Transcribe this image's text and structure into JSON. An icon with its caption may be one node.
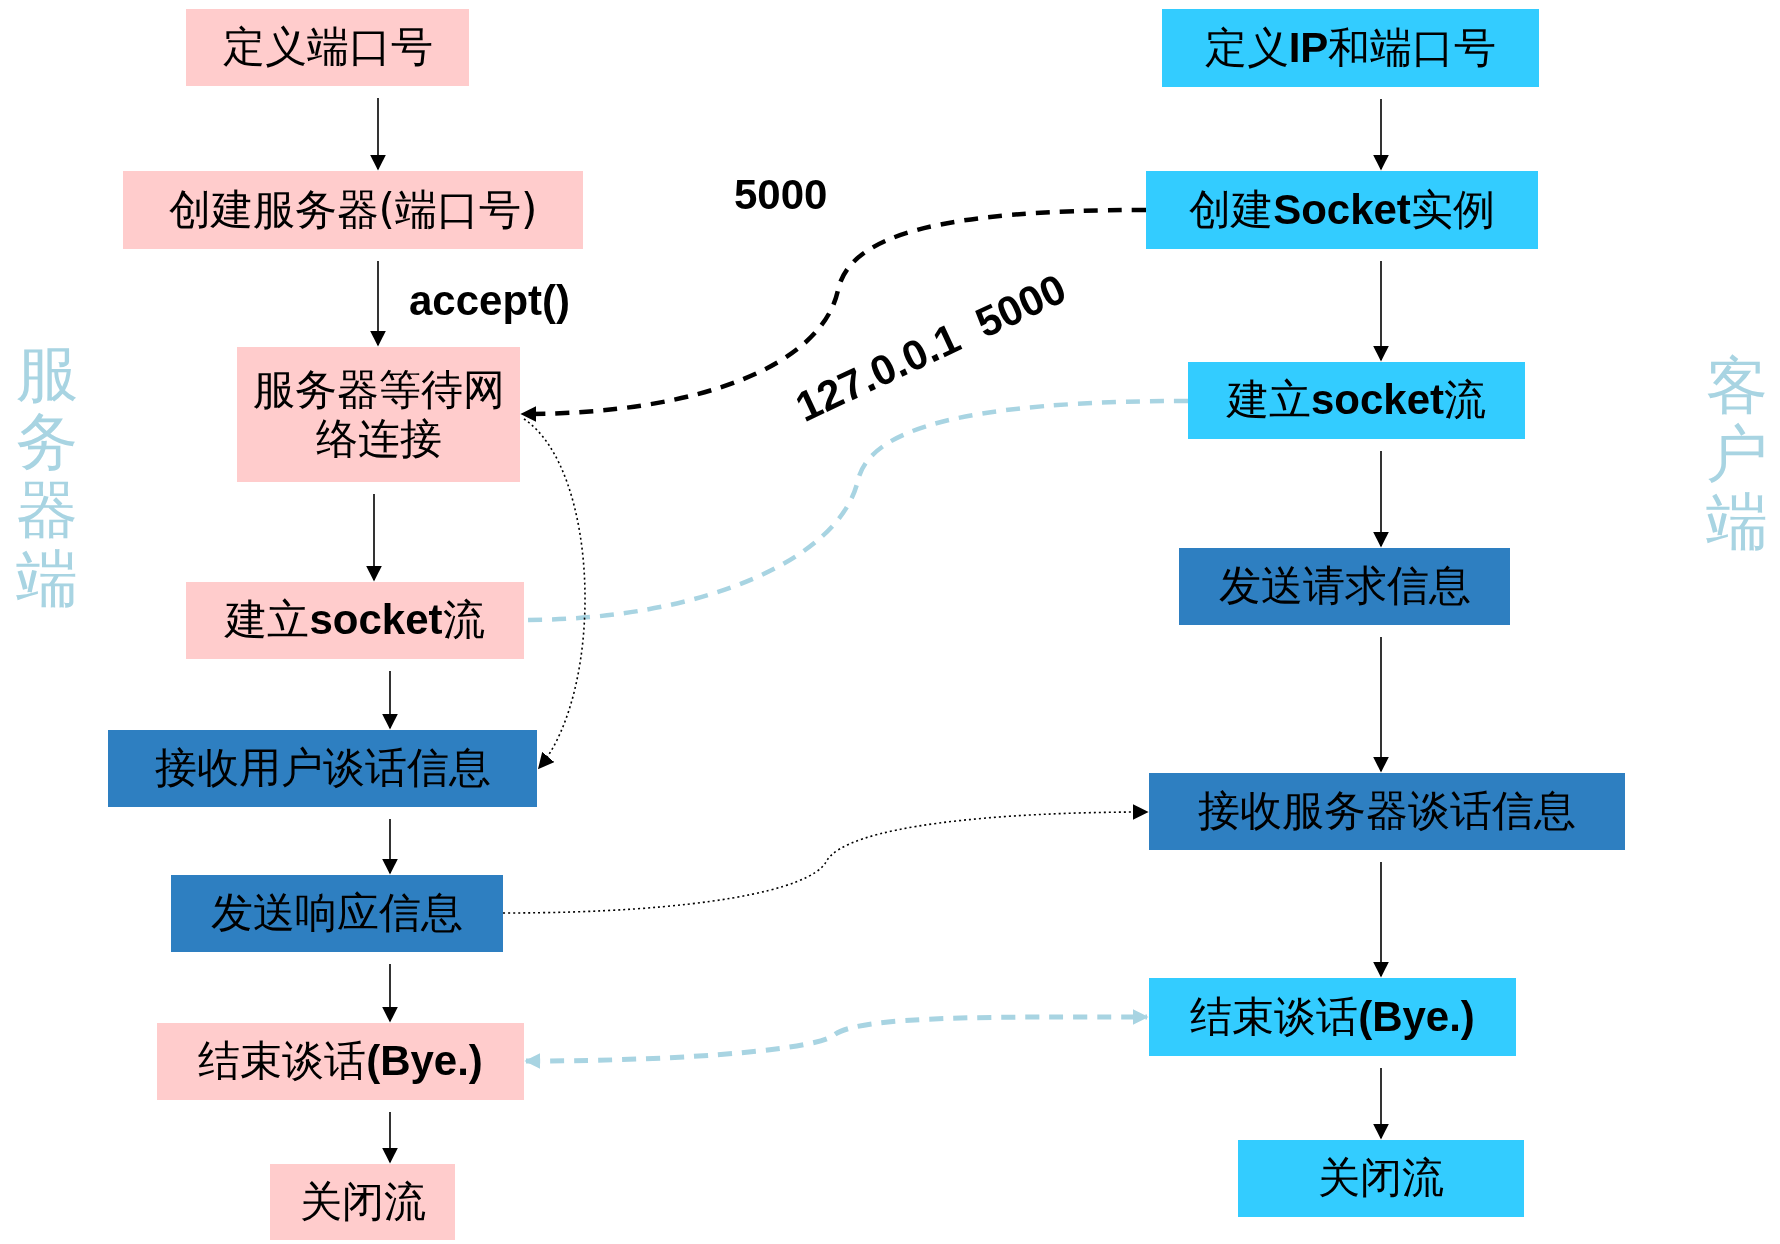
{
  "diagram": {
    "nodes": [
      {
        "text": [
          "定义端口号"
        ]
      },
      {
        "text": [
          "创建服务器(端口号)"
        ]
      },
      {
        "text": [
          "服务器等待网络连接"
        ]
      },
      {
        "text": [
          "建立**socket**流"
        ]
      },
      {
        "text": [
          "接收用户谈话信息"
        ]
      },
      {
        "text": [
          "发送响应信息"
        ]
      },
      {
        "text": [
          "结束谈话**(Bye.)**"
        ]
      },
      {
        "text": [
          "关闭流"
        ]
      },
      {
        "text": [
          "定义**IP**和端口号"
        ]
      },
      {
        "text": [
          "创建**Socket**实例"
        ]
      },
      {
        "text": [
          "建立**socket**流"
        ]
      },
      {
        "text": [
          "发送请求信息"
        ]
      },
      {
        "text": [
          "接收服务器谈话信息"
        ]
      },
      {
        "text": [
          "结束谈话**(Bye.)**"
        ]
      },
      {
        "text": [
          "关闭流"
        ]
      }
    ],
    "edges": [
      {
        "from": 0,
        "to": 1,
        "arrow": "to"
      },
      {
        "from": 1,
        "to": 2,
        "arrow": "to"
      },
      {
        "from": 2,
        "to": 3,
        "arrow": "to"
      },
      {
        "from": 3,
        "to": 4,
        "arrow": "to"
      },
      {
        "from": 4,
        "to": 5,
        "arrow": "to"
      },
      {
        "from": 5,
        "to": 6,
        "arrow": "to"
      },
      {
        "from": 6,
        "to": 7,
        "arrow": "to"
      },
      {
        "from": 8,
        "to": 9,
        "arrow": "to"
      },
      {
        "from": 9,
        "to": 10,
        "arrow": "to"
      },
      {
        "from": 10,
        "to": 11,
        "arrow": "to"
      },
      {
        "from": 11,
        "to": 12,
        "arrow": "to"
      },
      {
        "from": 12,
        "to": 13,
        "arrow": "to"
      },
      {
        "from": 13,
        "to": 14,
        "arrow": "to"
      },
      {
        "from": 9,
        "to": 2,
        "arrow": "to",
        "style": "dashed"
      },
      {
        "from": 10,
        "to": 3,
        "arrow": "none",
        "style": "dashed",
        "color": "#a8d4e2"
      },
      {
        "from": 2,
        "to": 4,
        "arrow": "to",
        "style": "dashed"
      },
      {
        "from": 5,
        "to": 12,
        "arrow": "to",
        "style": "dashed"
      },
      {
        "from": 6,
        "to": 13,
        "arrow": "both",
        "style": "dashed",
        "color": "#a8d4e2"
      }
    ],
    "labels": [
      "服务器端",
      "客户端",
      "5000",
      "accept()",
      "127.0.0.1  5000"
    ]
  }
}
